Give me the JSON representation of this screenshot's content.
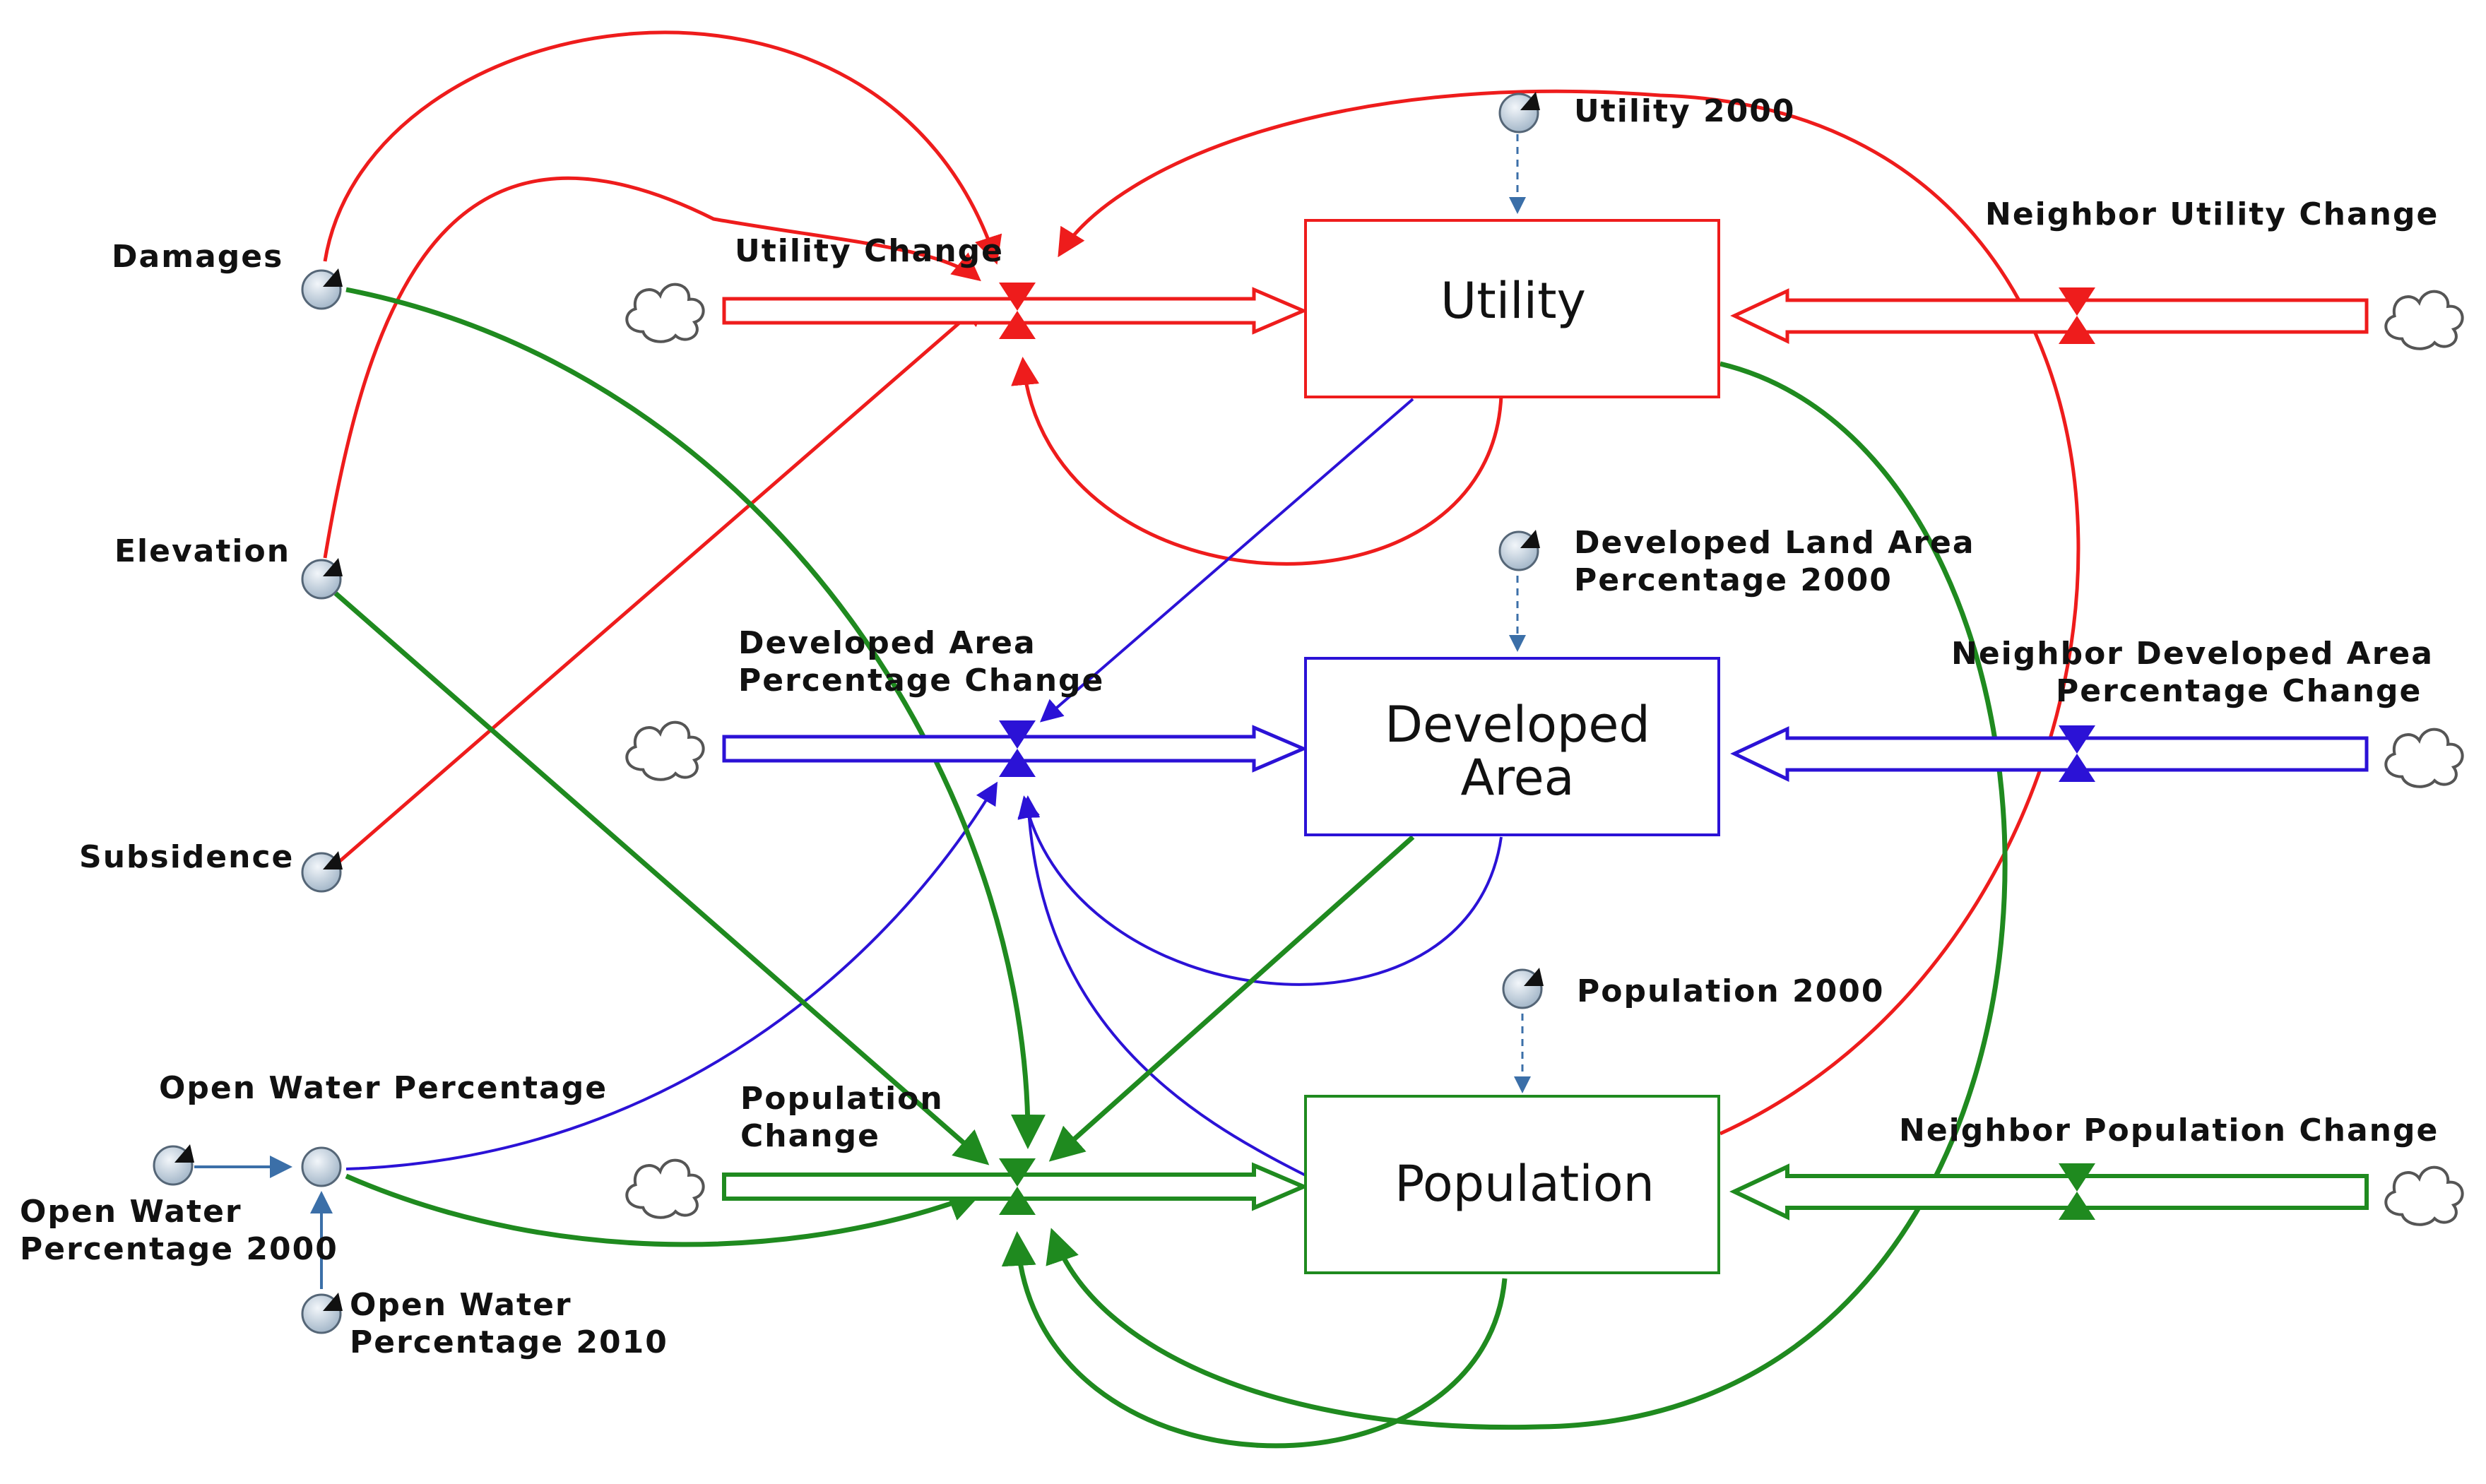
{
  "colors": {
    "utility": "#ee1c1c",
    "developed": "#2b12d6",
    "population": "#1f8a1f",
    "aux": "#3b6fa8"
  },
  "stocks": {
    "utility": "Utility",
    "developed_line1": "Developed",
    "developed_line2": "Area",
    "population": "Population"
  },
  "flows": {
    "utility_change": "Utility Change",
    "developed_change_line1": "Developed Area",
    "developed_change_line2": "Percentage Change",
    "population_change_line1": "Population",
    "population_change_line2": "Change",
    "neighbor_utility": "Neighbor Utility Change",
    "neighbor_developed_line1": "Neighbor Developed Area",
    "neighbor_developed_line2": "Percentage Change",
    "neighbor_population": "Neighbor Population Change"
  },
  "variables": {
    "damages": "Damages",
    "elevation": "Elevation",
    "subsidence": "Subsidence",
    "open_water": "Open Water Percentage",
    "open_water_2000_line1": "Open Water",
    "open_water_2000_line2": "Percentage 2000",
    "open_water_2010_line1": "Open Water",
    "open_water_2010_line2": "Percentage 2010",
    "utility_2000": "Utility 2000",
    "developed_2000_line1": "Developed Land Area",
    "developed_2000_line2": "Percentage 2000",
    "population_2000": "Population 2000"
  },
  "icons": {
    "cloud": "cloud-icon",
    "valve": "valve-icon",
    "variable": "gauge-icon"
  }
}
